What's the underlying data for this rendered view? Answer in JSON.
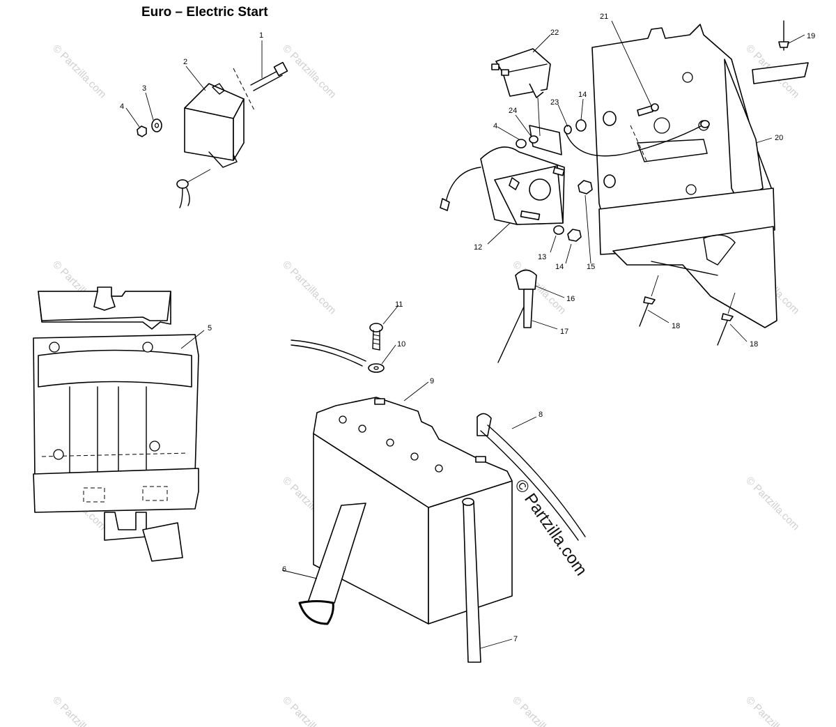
{
  "title": "Euro – Electric Start",
  "callouts": [
    {
      "id": "c1",
      "text": "1"
    },
    {
      "id": "c2",
      "text": "2"
    },
    {
      "id": "c3",
      "text": "3"
    },
    {
      "id": "c4a",
      "text": "4"
    },
    {
      "id": "c4b",
      "text": "4"
    },
    {
      "id": "c5",
      "text": "5"
    },
    {
      "id": "c6",
      "text": "6"
    },
    {
      "id": "c7",
      "text": "7"
    },
    {
      "id": "c8",
      "text": "8"
    },
    {
      "id": "c9",
      "text": "9"
    },
    {
      "id": "c10",
      "text": "10"
    },
    {
      "id": "c11",
      "text": "11"
    },
    {
      "id": "c12",
      "text": "12"
    },
    {
      "id": "c13",
      "text": "13"
    },
    {
      "id": "c14a",
      "text": "14"
    },
    {
      "id": "c14b",
      "text": "14"
    },
    {
      "id": "c15",
      "text": "15"
    },
    {
      "id": "c16",
      "text": "16"
    },
    {
      "id": "c17",
      "text": "17"
    },
    {
      "id": "c18a",
      "text": "18"
    },
    {
      "id": "c18b",
      "text": "18"
    },
    {
      "id": "c19",
      "text": "19"
    },
    {
      "id": "c20",
      "text": "20"
    },
    {
      "id": "c21",
      "text": "21"
    },
    {
      "id": "c22",
      "text": "22"
    },
    {
      "id": "c23",
      "text": "23"
    },
    {
      "id": "c24",
      "text": "24"
    }
  ],
  "watermark": {
    "small": "© Partzilla.com",
    "large": "© Partzilla.com"
  }
}
